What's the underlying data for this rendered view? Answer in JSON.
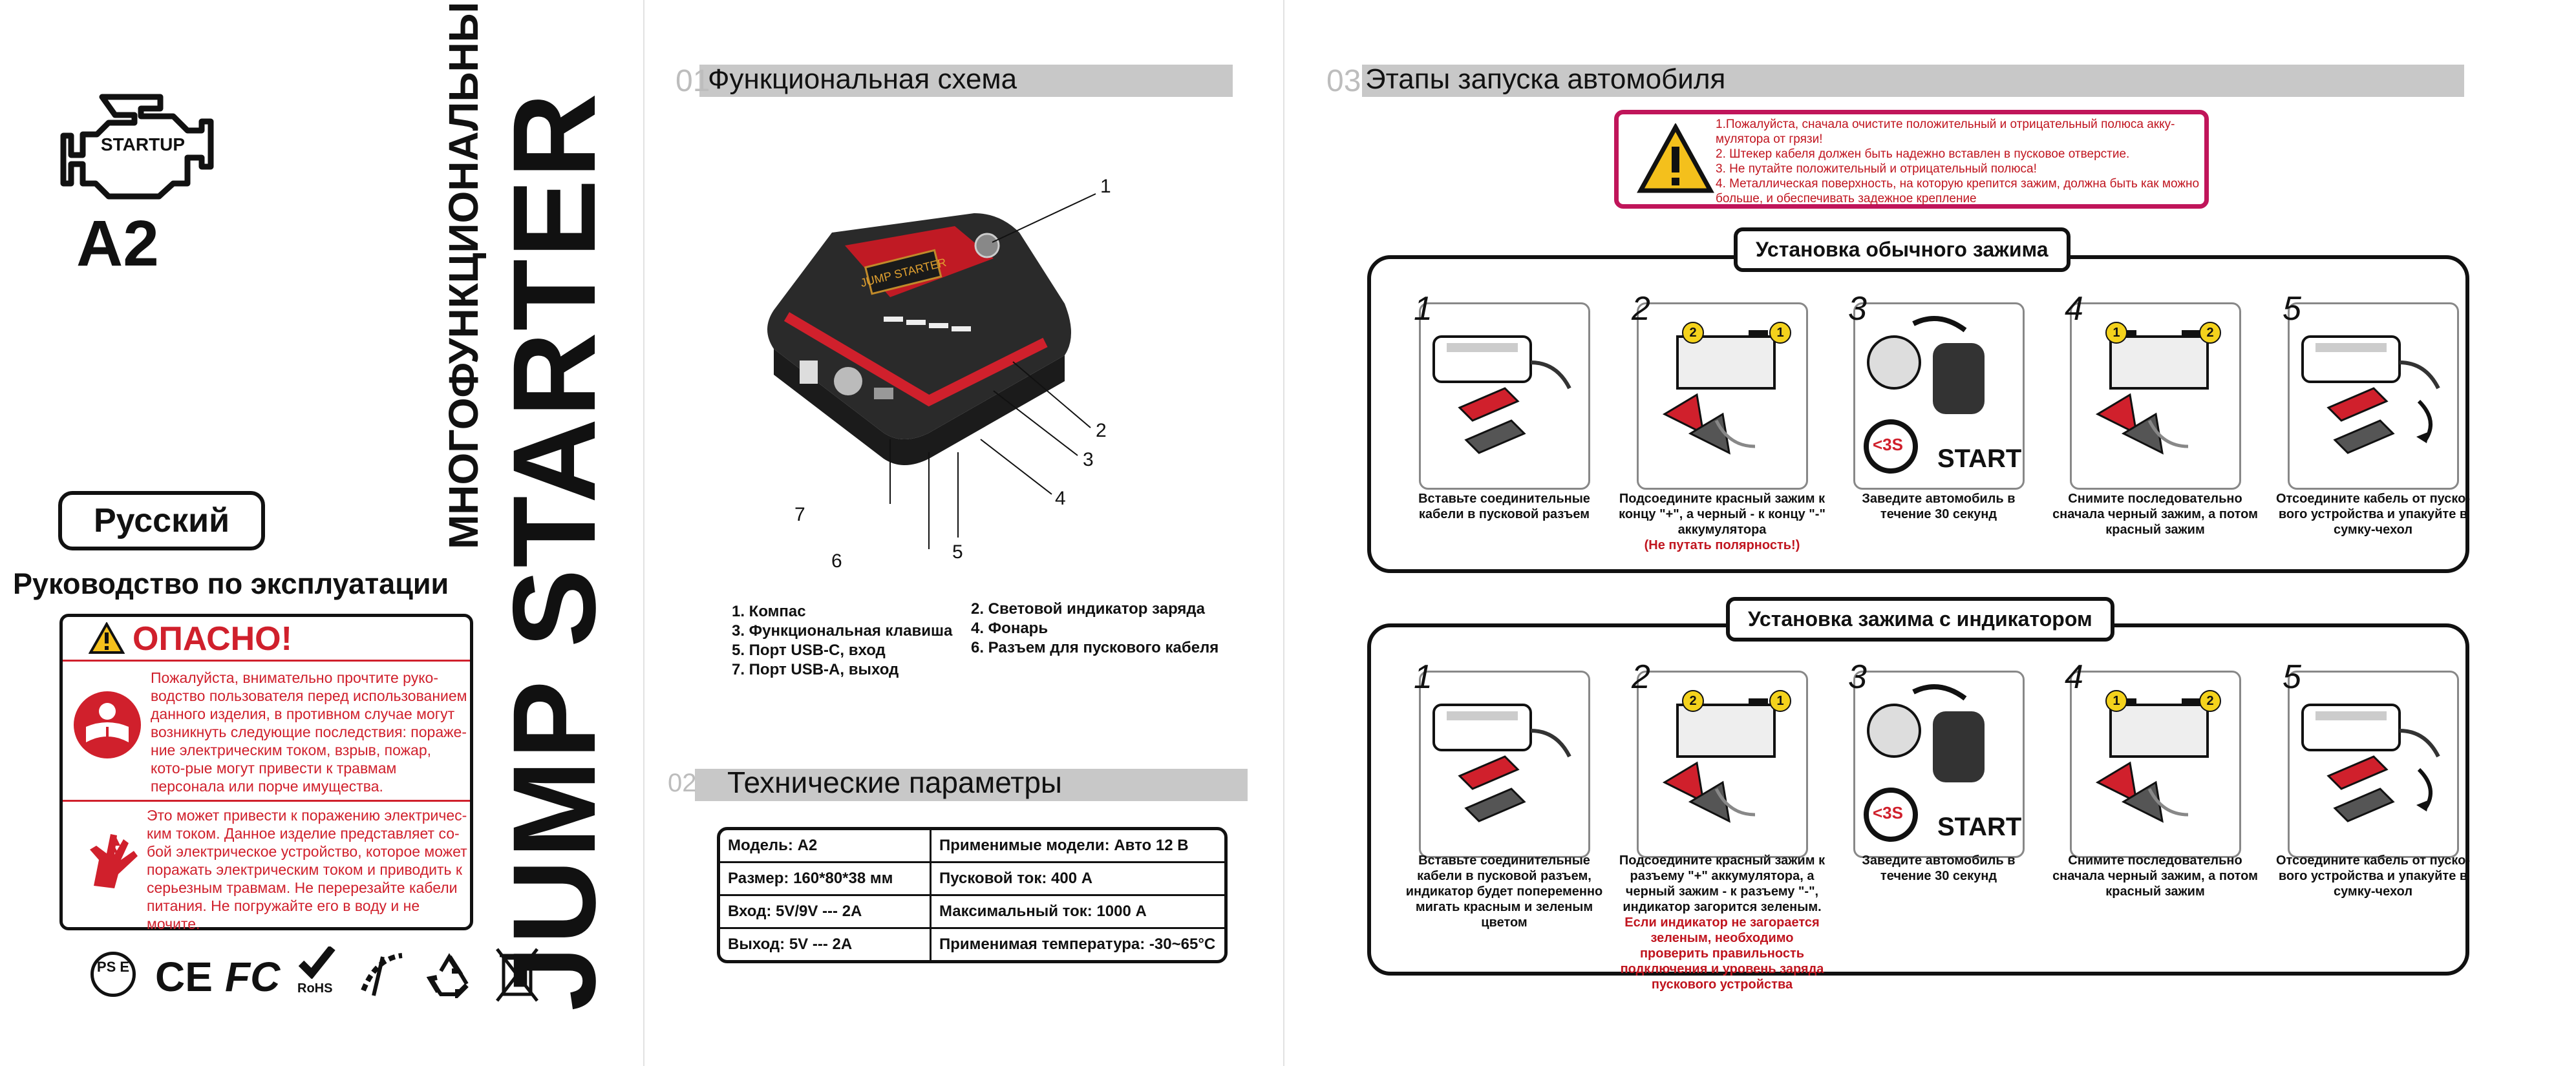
{
  "cover": {
    "engine_label": "STARTUP",
    "model": "A2",
    "language_button": "Русский",
    "manual_title": "Руководство по эксплуатации",
    "vertical_subtitle": "МНОГОФУНКЦИОНАЛЬНЫЙ",
    "vertical_title": "JUMP STARTER",
    "danger_title": "ОПАСНО!",
    "danger_text_1": "Пожалуйста, внимательно прочтите руко-водство пользователя перед использованием данного изделия, в противном случае могут возникнуть следующие последствия: пораже-ние электрическим током, взрыв, пожар, кото-рые могут привести к травмам персонала или порче имущества.",
    "danger_text_2": "Это может привести к поражению электричес-ким током. Данное изделие представляет со-бой электрическое устройство, которое может поражать электрическим током и приводить к серьезным травмам. Не перерезайте кабели питания. Не погружайте его в воду и не мочите.",
    "cert_icons": [
      "pse-icon",
      "ce-icon",
      "fcc-icon",
      "rohs-icon",
      "weee-icon",
      "recycle-icon",
      "bin-icon"
    ],
    "rohs_label": "RoHS",
    "ce_label": "CE",
    "fc_label": "FC",
    "pse_label": "PS E"
  },
  "functional": {
    "number": "01",
    "title": "Функциональная схема",
    "device_label": "JUMP STARTER",
    "callouts": [
      "1",
      "2",
      "3",
      "4",
      "5",
      "6",
      "7"
    ],
    "features": [
      "1. Компас",
      "2. Световой индикатор заряда",
      "3. Функциональная клавиша",
      "4. Фонарь",
      "5. Порт USB-C, вход",
      "6. Разъем для пускового кабеля",
      "7. Порт USB-A, выход"
    ]
  },
  "specs": {
    "number": "02",
    "title": "Технические параметры",
    "rows": [
      [
        "Модель: A2",
        "Применимые модели: Авто 12 В"
      ],
      [
        "Размер: 160*80*38 мм",
        "Пусковой ток: 400 A"
      ],
      [
        "Вход: 5V/9V --- 2A",
        "Максимальный ток: 1000 A"
      ],
      [
        "Выход: 5V --- 2A",
        "Применимая температура: -30~65°C"
      ]
    ]
  },
  "steps": {
    "number": "03",
    "title": "Этапы запуска автомобиля",
    "warnings": [
      "1.Пожалуйста, сначала очистите положительный и отрицательный полюса акку-мулятора от грязи!",
      "2. Штекер кабеля должен быть надежно вставлен в пусковое отверстие.",
      "3. Не путайте положительный и отрицательный полюса!",
      "4. Металлическая поверхность, на которую крепится зажим, должна быть как можно больше, и обеспечивать задежное крепление"
    ],
    "group1": {
      "title": "Установка обычного зажима",
      "numbers": [
        "1",
        "2",
        "3",
        "4",
        "5"
      ],
      "captions": [
        "Вставьте соединительные кабели в пусковой разъем",
        "Подсоедините красный зажим к концу \"+\", а черный - к концу \"-\" аккумулятора",
        "Заведите автомобиль в течение 30 секунд",
        "Снимите последовательно сначала черный зажим, а потом  красный зажим",
        "Отсоедините кабель от пуско-вого устройства и упакуйте в сумку-чехол"
      ],
      "caption2_warn": "(Не путать полярность!)"
    },
    "group2": {
      "title": "Установка зажима с индикатором",
      "numbers": [
        "1",
        "2",
        "3",
        "4",
        "5"
      ],
      "captions": [
        "Вставьте соединительные кабели в пусковой разъем, индикатор будет попеременно мигать красным и зеленым цветом",
        "Подсоедините красный зажим к разъему \"+\" аккумулятора, а черный зажим - к разъему \"-\", индикатор загорится зеленым.",
        "Заведите автомобиль в течение 30 секунд",
        "Снимите последовательно сначала черный зажим, а потом  красный зажим",
        "Отсоедините кабель от пуско-вого устройства и упакуйте в сумку-чехол"
      ],
      "caption2_warn": "Если индикатор не загорается зеленым, необходимо проверить правильность подключения и уровень заряда пускового устройства"
    },
    "timer_label": "<3S",
    "start_label": "START",
    "pos_badge": "1",
    "neg_badge": "2"
  },
  "colors": {
    "accent_red": "#d0202c",
    "warn_border": "#c0155a",
    "section_bar": "#c8c8c8"
  }
}
